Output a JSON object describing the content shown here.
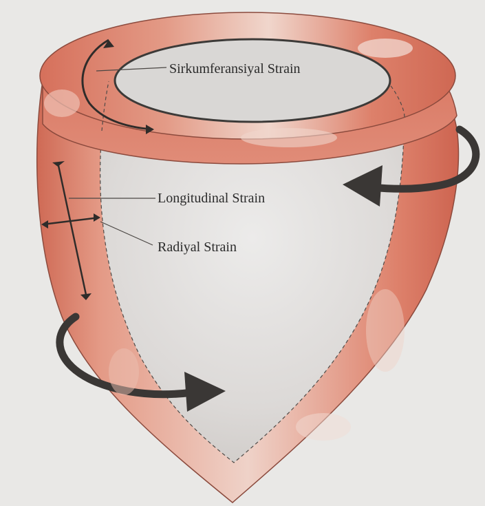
{
  "labels": {
    "circumferential": "Sirkumferansiyal Strain",
    "longitudinal": "Longitudinal Strain",
    "radial": "Radiyal Strain"
  },
  "colors": {
    "background": "#e9e8e6",
    "myocardium": "#d9735f",
    "myocardium_dark": "#c25a47",
    "cavity": "#dcdad8",
    "arrow": "#3a3735",
    "line": "#3c3a38"
  }
}
